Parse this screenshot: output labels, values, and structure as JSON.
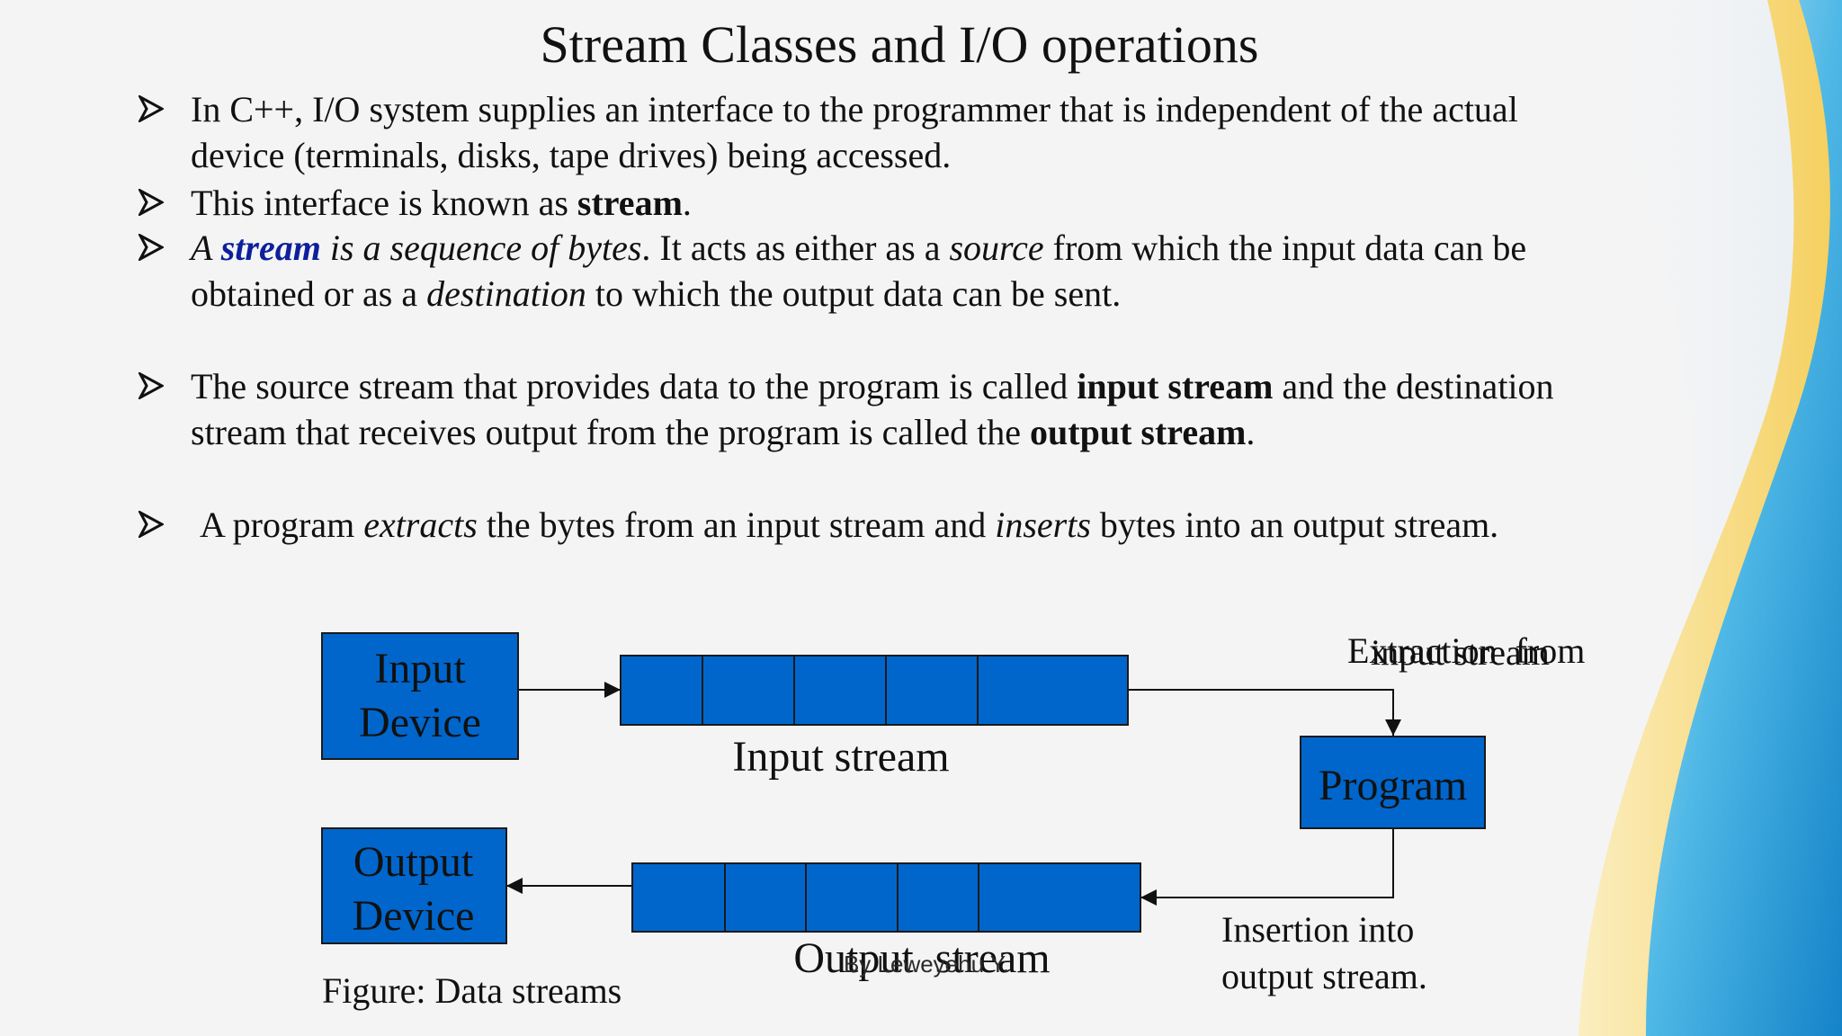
{
  "slide": {
    "title": "Stream Classes and I/O operations",
    "footer": "By Leweyehu Y."
  },
  "bullets": {
    "b1_line1": "In C++,  I/O system supplies an interface to the programmer that is independent of the actual",
    "b1_line2": "device (terminals, disks, tape drives) being accessed.",
    "b2_pre": "This interface is known as ",
    "b2_bold": "stream",
    "b2_post": ".",
    "b3_a": "A ",
    "b3_stream": "stream",
    "b3_b": " is a sequence of bytes",
    "b3_c": ". It acts as either as a ",
    "b3_source": "source",
    "b3_d": " from which the input data can be",
    "b3_e": "obtained or as a ",
    "b3_destination": "destination",
    "b3_f": " to which the output data can be sent.",
    "b4_a": "The source stream that provides data to the program is called ",
    "b4_input_stream": "input stream",
    "b4_b": " and the destination",
    "b4_c": "stream that receives output from the program is called the ",
    "b4_output_stream": "output stream",
    "b4_d": ".",
    "b5_a": "A program ",
    "b5_extracts": "extracts",
    "b5_b": " the bytes from an input stream and ",
    "b5_inserts": "inserts",
    "b5_c": " bytes into an output stream."
  },
  "diagram": {
    "input_device_line1": "Input",
    "input_device_line2": "Device",
    "output_device_line1": "Output",
    "output_device_line2": "Device",
    "program": "Program",
    "input_stream_label": "Input stream",
    "output_stream_label": "Output  stream",
    "extraction_line1": "Extraction  from",
    "extraction_line2": "input stream",
    "insertion_line1": "Insertion into",
    "insertion_line2": "output stream.",
    "caption": "Figure: Data streams",
    "box_color": "#0066cc"
  },
  "colors": {
    "background": "#f4f4f5",
    "accent_blue": "#0d1f9c",
    "wave_yellow": "#f7d774",
    "wave_blue": "#2aa7dc"
  }
}
